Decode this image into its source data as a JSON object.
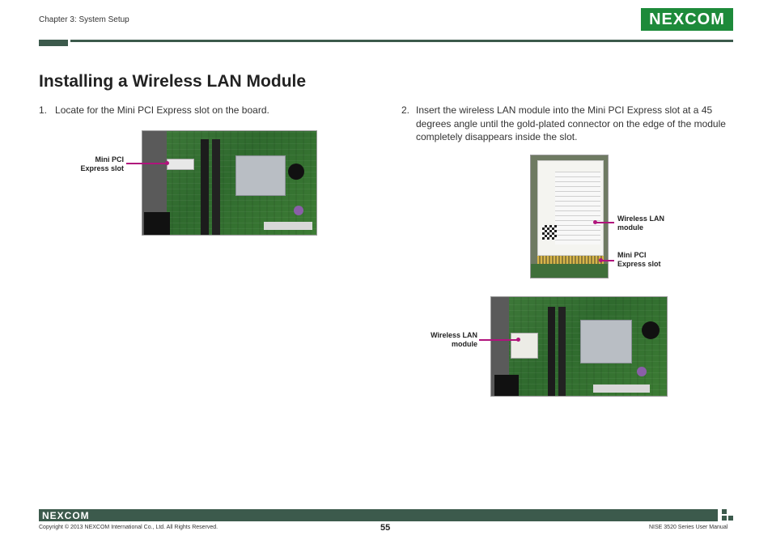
{
  "header": {
    "chapter": "Chapter 3: System Setup",
    "logo_text": "NEXCOM"
  },
  "page_title": "Installing a Wireless LAN Module",
  "steps": [
    {
      "number": "1.",
      "text": "Locate for the Mini PCI Express slot on the board."
    },
    {
      "number": "2.",
      "text": "Insert the wireless LAN module into the Mini PCI Express slot at a 45 degrees angle until the gold-plated connector on the edge of the module completely disappears inside the slot."
    }
  ],
  "figures": {
    "fig1": {
      "label_line1": "Mini PCI",
      "label_line2": "Express slot"
    },
    "fig2": {
      "label_a_line1": "Wireless LAN",
      "label_a_line2": "module",
      "label_b_line1": "Mini PCI",
      "label_b_line2": "Express slot"
    },
    "fig3": {
      "label_line1": "Wireless LAN",
      "label_line2": "module"
    }
  },
  "footer": {
    "logo_text": "NEXCOM",
    "copyright": "Copyright © 2013 NEXCOM International Co., Ltd. All Rights Reserved.",
    "page_number": "55",
    "manual_name": "NISE 3520 Series User Manual"
  },
  "colors": {
    "brand_green": "#1d8a3a",
    "rule_dark_green": "#3c5a4c",
    "callout_magenta": "#b0147c"
  }
}
